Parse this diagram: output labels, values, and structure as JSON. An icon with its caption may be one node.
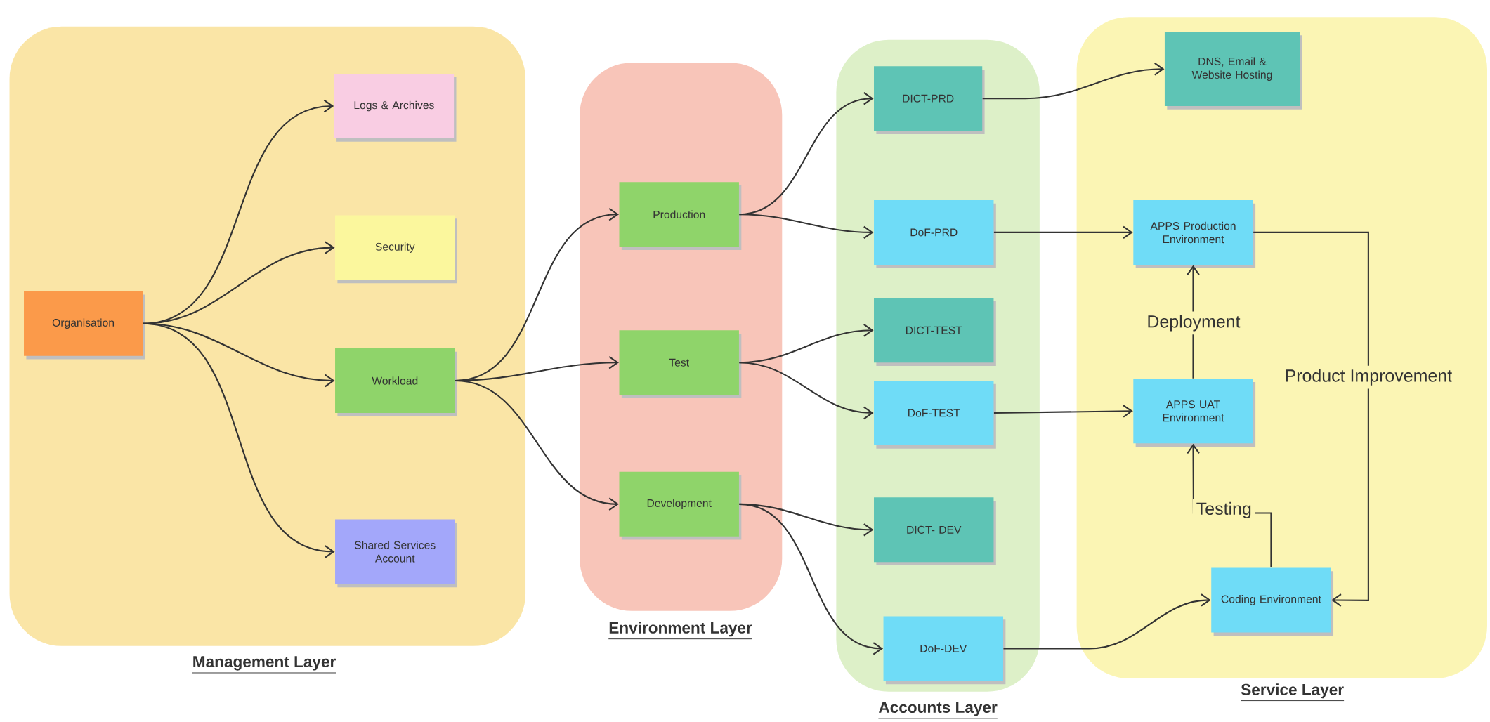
{
  "diagram": {
    "nodes": [
      {
        "text": [
          "Management Layer"
        ]
      },
      {
        "text": [
          "Environment Layer"
        ]
      },
      {
        "text": [
          "Accounts Layer"
        ]
      },
      {
        "text": [
          "Service Layer"
        ]
      },
      {
        "text": [
          "Organisation"
        ],
        "in": 0
      },
      {
        "text": [
          "Logs & Archives"
        ],
        "in": 0
      },
      {
        "text": [
          "Security"
        ],
        "in": 0
      },
      {
        "text": [
          "Workload"
        ],
        "in": 0
      },
      {
        "text": [
          "Shared Services Account"
        ],
        "in": 0
      },
      {
        "text": [
          "Production"
        ],
        "in": 1
      },
      {
        "text": [
          "Test"
        ],
        "in": 1
      },
      {
        "text": [
          "Development"
        ],
        "in": 1
      },
      {
        "text": [
          "DICT-PRD"
        ],
        "in": 2
      },
      {
        "text": [
          "DoF-PRD"
        ],
        "in": 2
      },
      {
        "text": [
          "DICT-TEST"
        ],
        "in": 2
      },
      {
        "text": [
          "DoF-TEST"
        ],
        "in": 2
      },
      {
        "text": [
          "DICT- DEV"
        ],
        "in": 2
      },
      {
        "text": [
          "DoF-DEV"
        ],
        "in": 2
      },
      {
        "text": [
          "DNS, Email & Website Hosting"
        ],
        "in": 3
      },
      {
        "text": [
          "APPS Production Environment"
        ],
        "in": 3
      },
      {
        "text": [
          "APPS UAT Environment"
        ],
        "in": 3
      },
      {
        "text": [
          "Coding Environment"
        ],
        "in": 3
      }
    ],
    "edges": [
      {
        "from": 4,
        "to": 5,
        "arrow": "to"
      },
      {
        "from": 4,
        "to": 6,
        "arrow": "to"
      },
      {
        "from": 4,
        "to": 7,
        "arrow": "to"
      },
      {
        "from": 4,
        "to": 8,
        "arrow": "to"
      },
      {
        "from": 7,
        "to": 9,
        "arrow": "to"
      },
      {
        "from": 7,
        "to": 10,
        "arrow": "to"
      },
      {
        "from": 7,
        "to": 11,
        "arrow": "to"
      },
      {
        "from": 9,
        "to": 12,
        "arrow": "to"
      },
      {
        "from": 9,
        "to": 13,
        "arrow": "to"
      },
      {
        "from": 10,
        "to": 14,
        "arrow": "to"
      },
      {
        "from": 10,
        "to": 15,
        "arrow": "to"
      },
      {
        "from": 11,
        "to": 16,
        "arrow": "to"
      },
      {
        "from": 11,
        "to": 17,
        "arrow": "to"
      },
      {
        "from": 12,
        "to": 18,
        "arrow": "to"
      },
      {
        "from": 13,
        "to": 19,
        "arrow": "to"
      },
      {
        "from": 15,
        "to": 20,
        "arrow": "to"
      },
      {
        "from": 17,
        "to": 21,
        "arrow": "to"
      },
      {
        "from": 20,
        "to": 19,
        "label": "Deployment",
        "arrow": "to"
      },
      {
        "from": 21,
        "to": 20,
        "label": "Testing",
        "arrow": "to"
      },
      {
        "from": 19,
        "to": 21,
        "label": "Product Improvement",
        "arrow": "to"
      }
    ]
  }
}
